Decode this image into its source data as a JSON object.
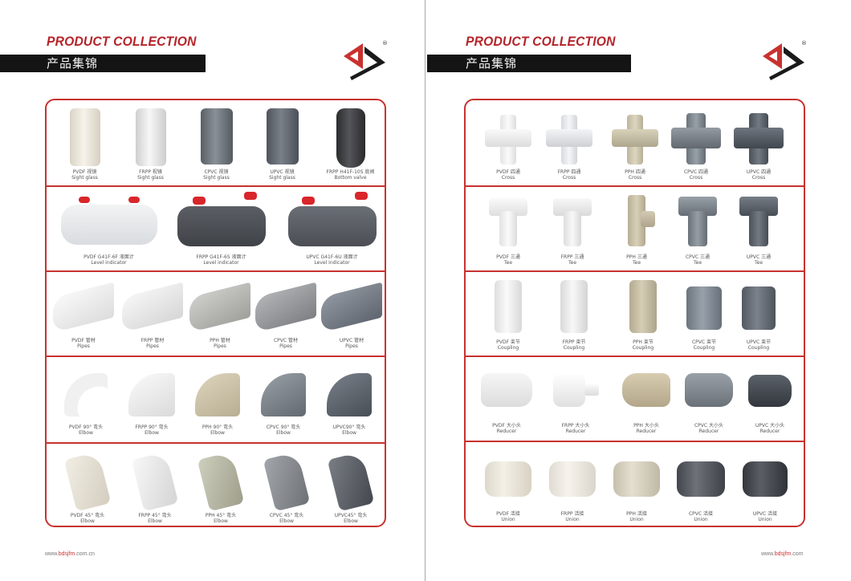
{
  "left_page": {
    "title_en": "PRODUCT COLLECTION",
    "title_cn": "产品集锦",
    "logo": {
      "icon": "bds-logo-icon",
      "registered": "®",
      "primary_color": "#c8322f",
      "secondary_color": "#1a1a1a"
    },
    "rows": [
      {
        "category": "sight-glass",
        "items": [
          {
            "name_cn": "PVDF 视镜",
            "name_en": "Sight glass",
            "color": "#ede8dc"
          },
          {
            "name_cn": "FRPP 视镜",
            "name_en": "Sight glass",
            "color": "#e8e8e8"
          },
          {
            "name_cn": "CPVC 视镜",
            "name_en": "Sight glass",
            "color": "#6f757c"
          },
          {
            "name_cn": "UPVC 视镜",
            "name_en": "Sight glass",
            "color": "#5f656e"
          },
          {
            "name_cn": "FRPP H41F-10S 底阀",
            "name_en": "Bottom valve",
            "color": "#3a3a3c"
          }
        ]
      },
      {
        "category": "level-indicator",
        "items": [
          {
            "name_cn": "PVDF G41F-6F 液面计",
            "name_en": "Level indicator",
            "color": "#e6e8ea"
          },
          {
            "name_cn": "FRPP G41F-6S 液面计",
            "name_en": "Level indicator",
            "color": "#4d5157"
          },
          {
            "name_cn": "UPVC G41F-6U 液面计",
            "name_en": "Level indicator",
            "color": "#5d6168"
          }
        ]
      },
      {
        "category": "pipes",
        "items": [
          {
            "name_cn": "PVDF 管材",
            "name_en": "Pipes",
            "color": "#f1f1f1"
          },
          {
            "name_cn": "FRPP 管材",
            "name_en": "Pipes",
            "color": "#ececec"
          },
          {
            "name_cn": "PPH 管材",
            "name_en": "Pipes",
            "color": "#b9bab6"
          },
          {
            "name_cn": "CPVC 管材",
            "name_en": "Pipes",
            "color": "#9a9c9e"
          },
          {
            "name_cn": "UPVC 管材",
            "name_en": "Pipes",
            "color": "#7a8089"
          }
        ]
      },
      {
        "category": "elbow-90",
        "items": [
          {
            "name_cn": "PVDF 90° 弯头",
            "name_en": "Elbow",
            "color": "#f0f0f0"
          },
          {
            "name_cn": "FRPP 90° 弯头",
            "name_en": "Elbow",
            "color": "#f3f3f3"
          },
          {
            "name_cn": "PPH 90° 弯头",
            "name_en": "Elbow",
            "color": "#cfc6ad"
          },
          {
            "name_cn": "CPVC 90° 弯头",
            "name_en": "Elbow",
            "color": "#7c838b"
          },
          {
            "name_cn": "UPVC90° 弯头",
            "name_en": "Elbow",
            "color": "#5c636c"
          }
        ]
      },
      {
        "category": "elbow-45",
        "items": [
          {
            "name_cn": "PVDF 45° 弯头",
            "name_en": "Elbow",
            "color": "#ebe6d9"
          },
          {
            "name_cn": "FRPP 45° 弯头",
            "name_en": "Elbow",
            "color": "#eeeeee"
          },
          {
            "name_cn": "PPH 45° 弯头",
            "name_en": "Elbow",
            "color": "#b8b8a5"
          },
          {
            "name_cn": "CPVC 45° 弯头",
            "name_en": "Elbow",
            "color": "#878b90"
          },
          {
            "name_cn": "UPVC45° 弯头",
            "name_en": "Elbow",
            "color": "#5d6168"
          }
        ]
      }
    ],
    "footer": {
      "prefix": "www.",
      "highlight": "bdsjfm",
      "suffix": ".com.cn"
    }
  },
  "right_page": {
    "title_en": "PRODUCT COLLECTION",
    "title_cn": "产品集锦",
    "logo": {
      "icon": "bds-logo-icon",
      "registered": "®",
      "primary_color": "#c8322f",
      "secondary_color": "#1a1a1a"
    },
    "rows": [
      {
        "category": "cross",
        "items": [
          {
            "name_cn": "PVDF 四通",
            "name_en": "Cross",
            "color": "#f0f0f0"
          },
          {
            "name_cn": "FRPP 四通",
            "name_en": "Cross",
            "color": "#e8e9ec"
          },
          {
            "name_cn": "PPH 四通",
            "name_en": "Cross",
            "color": "#cfc8b0"
          },
          {
            "name_cn": "CPVC 四通",
            "name_en": "Cross",
            "color": "#7d858e"
          },
          {
            "name_cn": "UPVC 四通",
            "name_en": "Cross",
            "color": "#5b6169"
          }
        ]
      },
      {
        "category": "tee",
        "items": [
          {
            "name_cn": "PVDF 三通",
            "name_en": "Tee",
            "color": "#f1f1f1"
          },
          {
            "name_cn": "FRPP 三通",
            "name_en": "Tee",
            "color": "#efefef"
          },
          {
            "name_cn": "PPH 三通",
            "name_en": "Tee",
            "color": "#c9c1a8"
          },
          {
            "name_cn": "CPVC 三通",
            "name_en": "Tee",
            "color": "#80878f"
          },
          {
            "name_cn": "UPVC 三通",
            "name_en": "Tee",
            "color": "#5e646c"
          }
        ]
      },
      {
        "category": "coupling",
        "items": [
          {
            "name_cn": "PVDF 束节",
            "name_en": "Coupling",
            "color": "#f1f1f1"
          },
          {
            "name_cn": "FRPP 束节",
            "name_en": "Coupling",
            "color": "#eeeeee"
          },
          {
            "name_cn": "PPH 束节",
            "name_en": "Coupling",
            "color": "#c8bfa8"
          },
          {
            "name_cn": "CPVC 束节",
            "name_en": "Coupling",
            "color": "#7e8892"
          },
          {
            "name_cn": "UPVC 束节",
            "name_en": "Coupling",
            "color": "#656b73"
          }
        ]
      },
      {
        "category": "reducer",
        "items": [
          {
            "name_cn": "PVDF 大小头",
            "name_en": "Reducer",
            "color": "#eeeeee"
          },
          {
            "name_cn": "FRPP 大小头",
            "name_en": "Reducer",
            "color": "#f6f6f6"
          },
          {
            "name_cn": "PPH 大小头",
            "name_en": "Reducer",
            "color": "#cdbfa2"
          },
          {
            "name_cn": "CPVC 大小头",
            "name_en": "Reducer",
            "color": "#848b92"
          },
          {
            "name_cn": "UPVC 大小头",
            "name_en": "Reducer",
            "color": "#4a4f57"
          }
        ]
      },
      {
        "category": "union",
        "items": [
          {
            "name_cn": "PVDF 活接",
            "name_en": "Union",
            "color": "#e9e4d8"
          },
          {
            "name_cn": "FRPP 活接",
            "name_en": "Union",
            "color": "#ede8e0"
          },
          {
            "name_cn": "PPH 活接",
            "name_en": "Union",
            "color": "#d6d0be"
          },
          {
            "name_cn": "CPVC 活接",
            "name_en": "Union",
            "color": "#55595f"
          },
          {
            "name_cn": "UPVC 活接",
            "name_en": "Union",
            "color": "#3e4248"
          }
        ]
      }
    ],
    "footer": {
      "prefix": "www.",
      "highlight": "bdsjfm",
      "suffix": ".com"
    }
  }
}
